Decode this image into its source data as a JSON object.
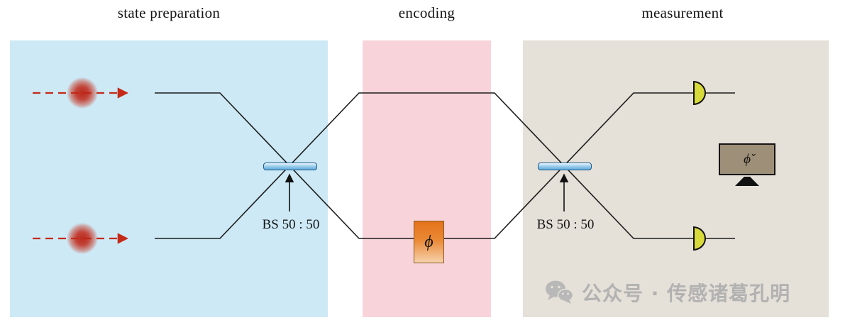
{
  "titles": {
    "state_preparation": "state preparation",
    "encoding": "encoding",
    "measurement": "measurement"
  },
  "components": {
    "bs1_label": "BS 50 : 50",
    "bs2_label": "BS 50 : 50",
    "phase_label": "ϕ",
    "monitor_label": "ϕ̌"
  },
  "watermark": {
    "text": "公众号 · 传感诸葛孔明"
  },
  "colors": {
    "panel_blue": "#cde9f6",
    "panel_pink": "#f8d4da",
    "panel_gray": "#e5e0d8",
    "beam_black": "#1c1c1c",
    "photon_red": "#c52a18",
    "bs_fill": "#9fd0ee",
    "bs_border": "#1f5c8b",
    "phase_orange": "#e4731c",
    "detector_fill": "#d8da3c",
    "monitor_screen": "#9e8f78",
    "watermark_gray": "#b2b2b2"
  }
}
